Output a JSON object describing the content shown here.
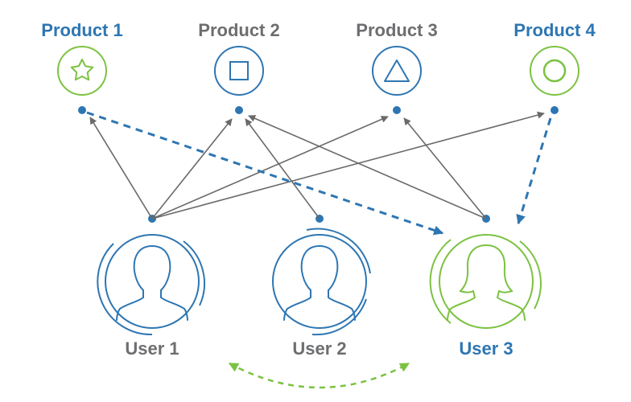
{
  "colors": {
    "blue": "#2e76b2",
    "green": "#7cc242",
    "gray": "#6d6e70",
    "arrow_gray": "#6a6a6a"
  },
  "products": [
    {
      "label": "Product 1",
      "icon": "star-icon",
      "accent": "blue",
      "ring": "green"
    },
    {
      "label": "Product 2",
      "icon": "square-icon",
      "accent": "gray",
      "ring": "blue"
    },
    {
      "label": "Product 3",
      "icon": "triangle-icon",
      "accent": "gray",
      "ring": "blue"
    },
    {
      "label": "Product 4",
      "icon": "circle-icon",
      "accent": "blue",
      "ring": "green"
    }
  ],
  "users": [
    {
      "label": "User 1",
      "icon": "user-icon",
      "accent": "gray",
      "ring": "blue"
    },
    {
      "label": "User 2",
      "icon": "user-icon",
      "accent": "gray",
      "ring": "blue"
    },
    {
      "label": "User 3",
      "icon": "user-female-icon",
      "accent": "blue",
      "ring": "green"
    }
  ]
}
